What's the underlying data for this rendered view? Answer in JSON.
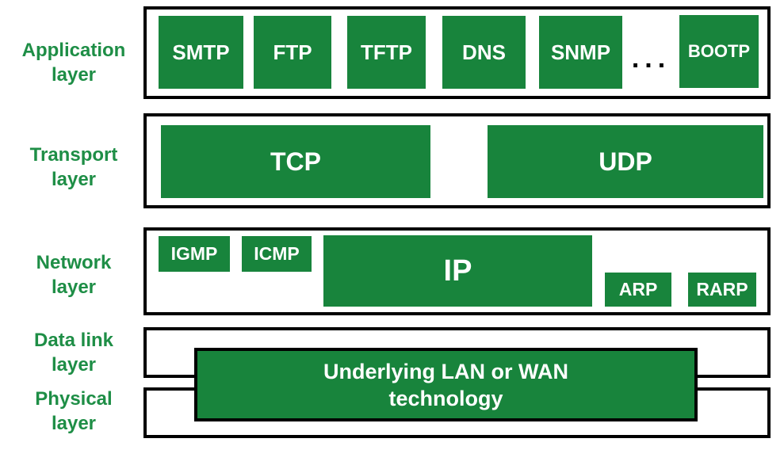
{
  "colors": {
    "box_green": "#18843c",
    "label_green": "#1e8e46",
    "border_black": "#000000",
    "box_text_white": "#ffffff"
  },
  "layer_labels": [
    {
      "line1": "Application",
      "line2": "layer"
    },
    {
      "line1": "Transport",
      "line2": "layer"
    },
    {
      "line1": "Network",
      "line2": "layer"
    },
    {
      "line1": "Data link",
      "line2": "layer"
    },
    {
      "line1": "Physical",
      "line2": "layer"
    }
  ],
  "application_layer": {
    "protocols": [
      "SMTP",
      "FTP",
      "TFTP",
      "DNS",
      "SNMP"
    ],
    "ellipsis": "...",
    "last_protocol": "BOOTP"
  },
  "transport_layer": {
    "protocols": [
      "TCP",
      "UDP"
    ]
  },
  "network_layer": {
    "protocols": [
      "IGMP",
      "ICMP",
      "IP",
      "ARP",
      "RARP"
    ]
  },
  "physical_datalink": {
    "technology_line1": "Underlying LAN or WAN",
    "technology_line2": "technology"
  }
}
